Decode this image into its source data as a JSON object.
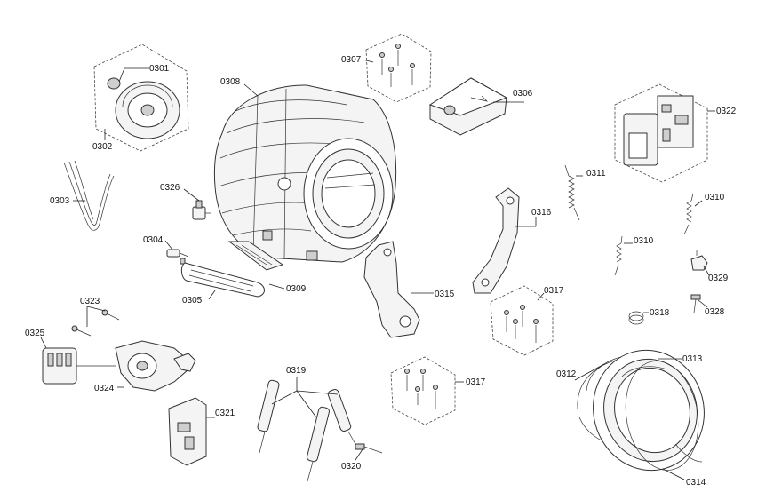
{
  "labels": {
    "p0301": "0301",
    "p0302": "0302",
    "p0303": "0303",
    "p0304": "0304",
    "p0305": "0305",
    "p0306": "0306",
    "p0307": "0307",
    "p0308": "0308",
    "p0309": "0309",
    "p0310a": "0310",
    "p0310b": "0310",
    "p0311": "0311",
    "p0312": "0312",
    "p0313": "0313",
    "p0314": "0314",
    "p0315": "0315",
    "p0316": "0316",
    "p0317a": "0317",
    "p0317b": "0317",
    "p0318": "0318",
    "p0319": "0319",
    "p0320": "0320",
    "p0321": "0321",
    "p0322": "0322",
    "p0323": "0323",
    "p0324": "0324",
    "p0325": "0325",
    "p0326": "0326",
    "p0328": "0328",
    "p0329": "0329"
  }
}
